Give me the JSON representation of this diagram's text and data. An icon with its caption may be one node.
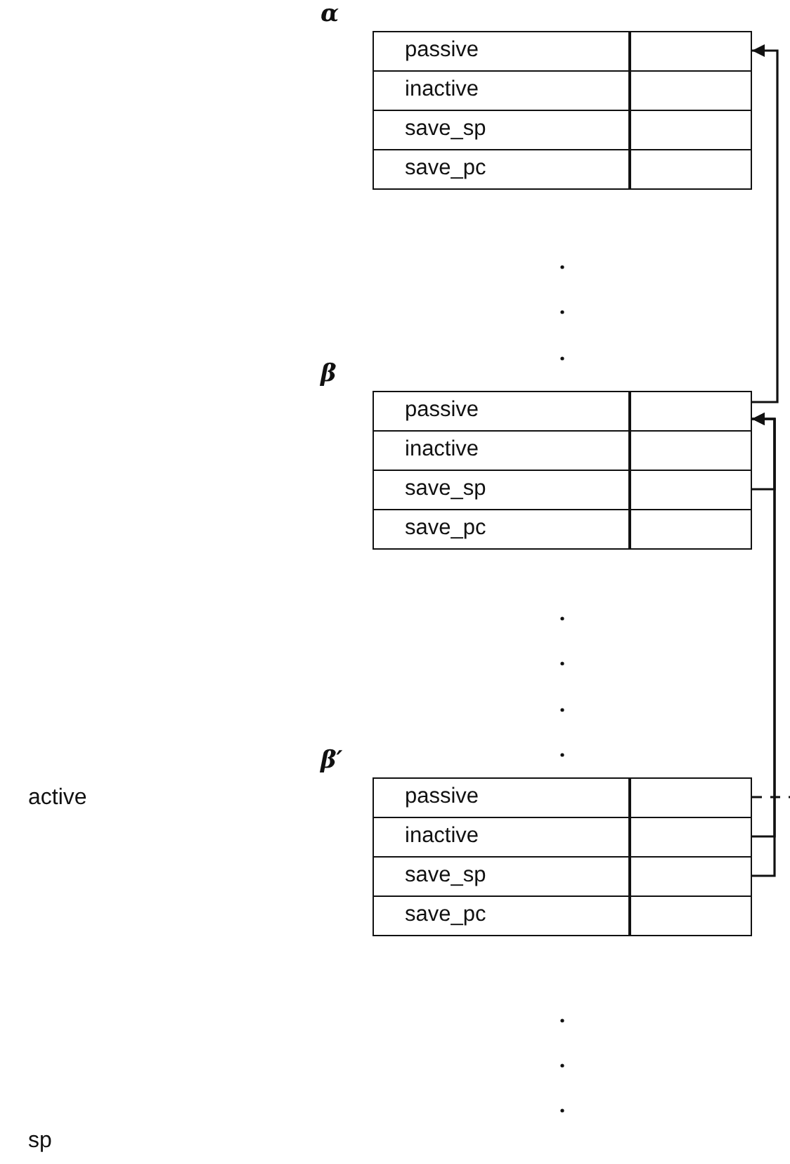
{
  "diagram": {
    "nodes": [
      {
        "text": [
          "α"
        ]
      },
      {
        "text": [
          "passive"
        ],
        "in": 0
      },
      {
        "text": [],
        "shape": "box",
        "in": 0
      },
      {
        "text": [
          "inactive"
        ],
        "in": 0
      },
      {
        "text": [],
        "shape": "box",
        "in": 0
      },
      {
        "text": [
          "save_sp"
        ],
        "in": 0
      },
      {
        "text": [],
        "shape": "box",
        "in": 0
      },
      {
        "text": [
          "save_pc"
        ],
        "in": 0
      },
      {
        "text": [],
        "shape": "box",
        "in": 0
      },
      {
        "text": [
          "β"
        ]
      },
      {
        "text": [
          "passive"
        ],
        "in": 9
      },
      {
        "text": [],
        "shape": "box",
        "in": 9
      },
      {
        "text": [
          "inactive"
        ],
        "in": 9
      },
      {
        "text": [],
        "shape": "box",
        "in": 9
      },
      {
        "text": [
          "save_sp"
        ],
        "in": 9
      },
      {
        "text": [],
        "shape": "box",
        "in": 9
      },
      {
        "text": [
          "save_pc"
        ],
        "in": 9
      },
      {
        "text": [],
        "shape": "box",
        "in": 9
      },
      {
        "text": [
          "β′"
        ]
      },
      {
        "text": [
          "passive"
        ],
        "in": 18
      },
      {
        "text": [],
        "shape": "box",
        "in": 18
      },
      {
        "text": [
          "inactive"
        ],
        "in": 18
      },
      {
        "text": [],
        "shape": "box",
        "in": 18
      },
      {
        "text": [
          "save_sp"
        ],
        "in": 18
      },
      {
        "text": [],
        "shape": "box",
        "in": 18
      },
      {
        "text": [
          "save_pc"
        ],
        "in": 18
      },
      {
        "text": [],
        "shape": "box",
        "in": 18
      }
    ],
    "edges": [
      {
        "from": 11,
        "to": 2,
        "arrow": "to"
      },
      {
        "from": 15,
        "to": 11,
        "arrow": "to"
      },
      {
        "from": 22,
        "to": 11,
        "arrow": "to"
      },
      {
        "from": 24,
        "to": 11,
        "arrow": "to"
      },
      {
        "from": 20,
        "to": null,
        "arrow": "none",
        "style": "dashed"
      }
    ],
    "labels": [
      "active",
      "sp"
    ]
  }
}
